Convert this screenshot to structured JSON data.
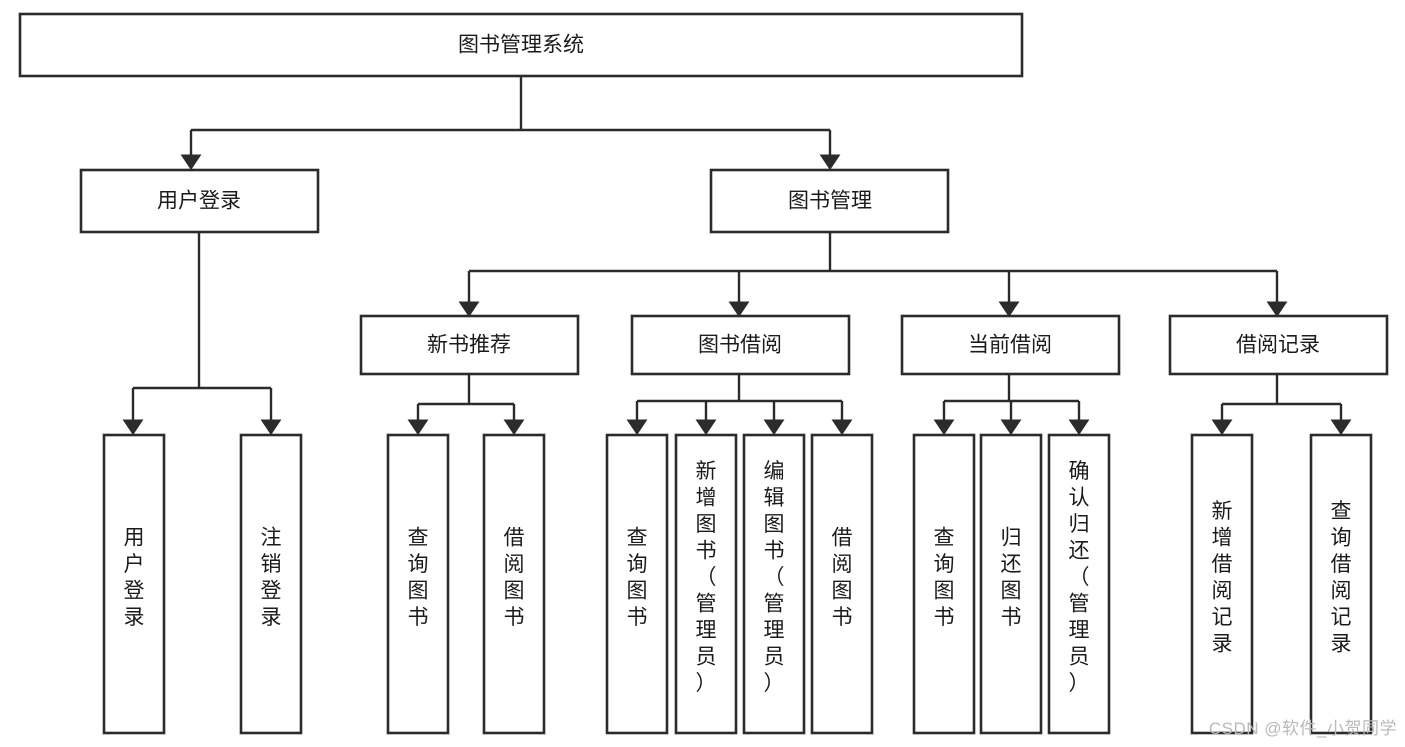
{
  "diagram": {
    "type": "tree-hierarchy-chart",
    "title": "图书管理系统",
    "orientation": "top-down",
    "colors": {
      "box_fill": "#ffffff",
      "box_stroke": "#2b2b2b",
      "text": "#1b1b1b",
      "background": "#ffffff",
      "watermark": "#b9b9b9"
    },
    "root": {
      "label": "图书管理系统"
    },
    "level2": [
      {
        "label": "用户登录"
      },
      {
        "label": "图书管理"
      }
    ],
    "level3": [
      {
        "label": "新书推荐"
      },
      {
        "label": "图书借阅"
      },
      {
        "label": "当前借阅"
      },
      {
        "label": "借阅记录"
      }
    ],
    "leaves": {
      "user_login": [
        {
          "label": "用户登录"
        },
        {
          "label": "注销登录"
        }
      ],
      "new_book_recommend": [
        {
          "label": "查询图书"
        },
        {
          "label": "借阅图书"
        }
      ],
      "book_borrow": [
        {
          "label": "查询图书"
        },
        {
          "label": "新增图书（管理员）"
        },
        {
          "label": "编辑图书（管理员）"
        },
        {
          "label": "借阅图书"
        }
      ],
      "current_borrow": [
        {
          "label": "查询图书"
        },
        {
          "label": "归还图书"
        },
        {
          "label": "确认归还（管理员）"
        }
      ],
      "borrow_record": [
        {
          "label": "新增借阅记录"
        },
        {
          "label": "查询借阅记录"
        }
      ]
    }
  },
  "watermark": {
    "text": "CSDN @软件_小贺同学"
  }
}
